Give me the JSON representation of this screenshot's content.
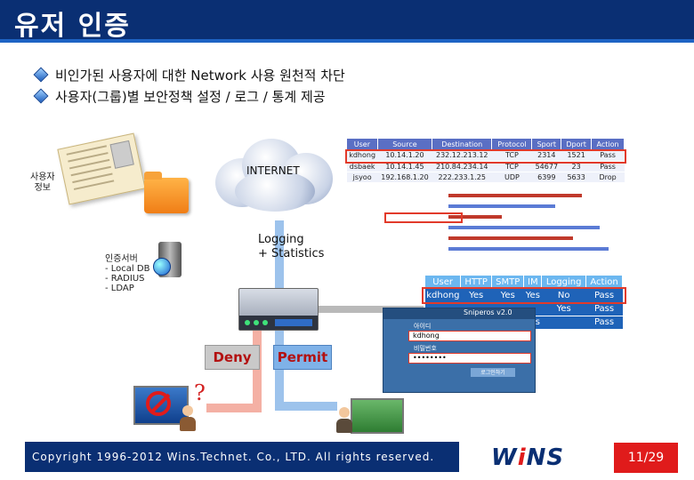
{
  "title": "유저 인증",
  "bullets": [
    "비인가된 사용자에 대한 Network 사용 원천적 차단",
    "사용자(그룹)별 보안정책 설정 / 로그 / 통계 제공"
  ],
  "labels": {
    "user_info": "사용자\n정보",
    "internet": "INTERNET",
    "logging": "Logging\n+ Statistics",
    "auth_server": "인증서버\n- Local DB\n- RADIUS\n- LDAP",
    "question": "?",
    "deny": "Deny",
    "permit": "Permit"
  },
  "log_table": {
    "headers": [
      "User",
      "Source",
      "Destination",
      "Protocol",
      "Sport",
      "Dport",
      "Action"
    ],
    "rows": [
      [
        "kdhong",
        "10.14.1.20",
        "232.12.213.12",
        "TCP",
        "2314",
        "1521",
        "Pass"
      ],
      [
        "dsbaek",
        "10.14.1.45",
        "210.84.234.14",
        "TCP",
        "54677",
        "23",
        "Pass"
      ],
      [
        "jsyoo",
        "192.168.1.20",
        "222.233.1.25",
        "UDP",
        "6399",
        "5633",
        "Drop"
      ]
    ]
  },
  "policy_table": {
    "headers": [
      "User",
      "HTTP",
      "SMTP",
      "IM",
      "Logging",
      "Action"
    ],
    "rows": [
      [
        "kdhong",
        "Yes",
        "Yes",
        "Yes",
        "No",
        "Pass"
      ],
      [
        "",
        "",
        "",
        "",
        "Yes",
        "Pass"
      ],
      [
        "",
        "",
        "",
        "Yes",
        "",
        "Pass"
      ]
    ]
  },
  "login": {
    "window_title": "Sniperos v2.0",
    "id_label": "아이디",
    "id_value": "kdhong",
    "pw_label": "비밀번호",
    "pw_value": "••••••••",
    "button": "로그인하기"
  },
  "colors": {
    "navy": "#0a2f73",
    "accent_red": "#e01b1b"
  },
  "footer": {
    "copyright": "Copyright 1996-2012 Wins.Technet. Co., LTD. All rights reserved.",
    "logo_w": "W",
    "logo_i": "i",
    "logo_ns": "NS",
    "page": "11/29"
  }
}
